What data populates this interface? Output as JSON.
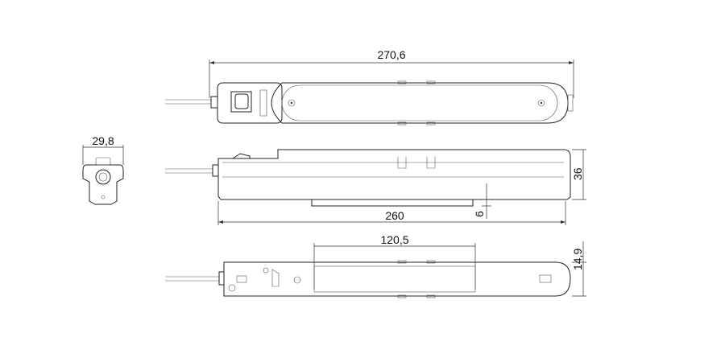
{
  "dimensions": {
    "overall_length": "270,6",
    "end_width": "29,8",
    "height": "36",
    "body_length": "260",
    "base_offset": "6",
    "window_length": "120,5",
    "bottom_height": "14,9"
  }
}
